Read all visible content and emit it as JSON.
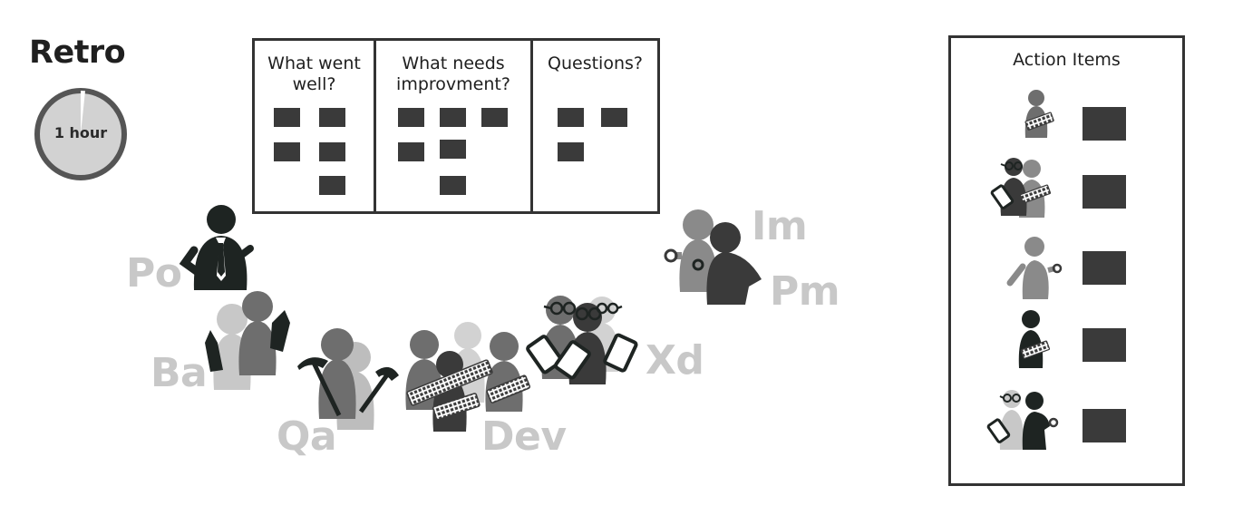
{
  "title": "Retro",
  "timebox": {
    "label": "1 hour"
  },
  "board": {
    "columns": [
      {
        "header": "What went well?",
        "header_lines": [
          "What went",
          "well?"
        ],
        "sticky_count": 5
      },
      {
        "header": "What needs improvment?",
        "header_lines": [
          "What needs",
          "improvment?"
        ],
        "sticky_count": 6
      },
      {
        "header": "Questions?",
        "header_lines": [
          "Questions?"
        ],
        "sticky_count": 3
      }
    ]
  },
  "roles": {
    "po": "Po",
    "ba": "Ba",
    "qa": "Qa",
    "dev": "Dev",
    "xd": "Xd",
    "im": "Im",
    "pm": "Pm"
  },
  "action_items": {
    "title": "Action Items",
    "count": 5
  },
  "colors": {
    "dark": "#3a3a3a",
    "darker": "#1e2422",
    "mid": "#6e6e6e",
    "light": "#bdbdbd",
    "role_text": "#c8c8c8"
  }
}
